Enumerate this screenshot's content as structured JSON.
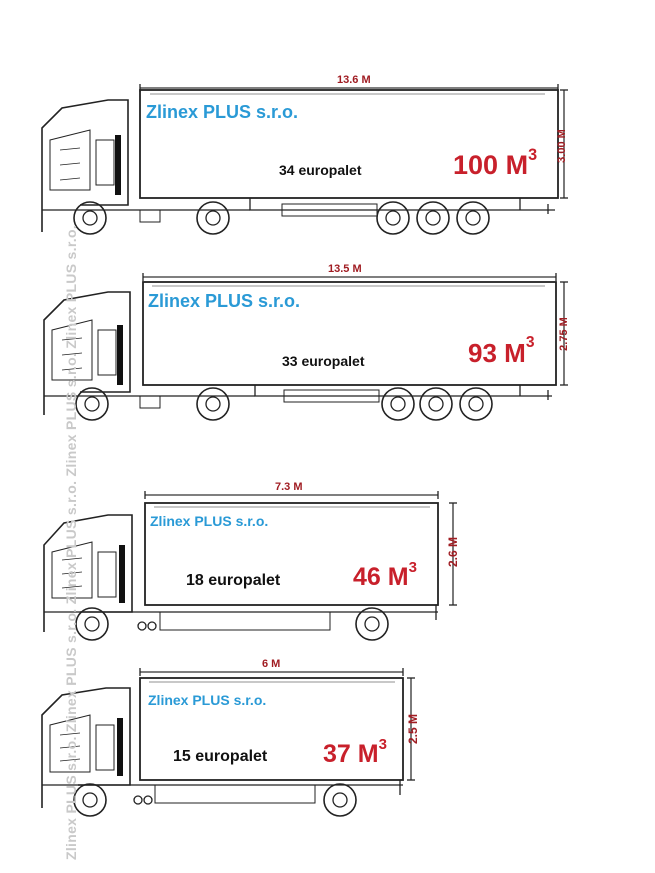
{
  "watermark": "Zlinex PLUS s.r.o.",
  "colors": {
    "company": "#2a9ad6",
    "volume": "#c8202b",
    "dimension": "#a01c22"
  },
  "trucks": [
    {
      "company": "Zlinex PLUS s.r.o.",
      "pallets": "34 europalet",
      "volume": "100",
      "volume_unit": "M",
      "volume_exp": "3",
      "length": "13.6 M",
      "height": "3.00 M"
    },
    {
      "company": "Zlinex PLUS s.r.o.",
      "pallets": "33 europalet",
      "volume": "93",
      "volume_unit": "M",
      "volume_exp": "3",
      "length": "13.5 M",
      "height": "2.75 M"
    },
    {
      "company": "Zlinex PLUS s.r.o.",
      "pallets": "18 europalet",
      "volume": "46",
      "volume_unit": "M",
      "volume_exp": "3",
      "length": "7.3 M",
      "height": "2.6 M"
    },
    {
      "company": "Zlinex PLUS s.r.o.",
      "pallets": "15 europalet",
      "volume": "37",
      "volume_unit": "M",
      "volume_exp": "3",
      "length": "6 M",
      "height": "2.5 M"
    }
  ]
}
